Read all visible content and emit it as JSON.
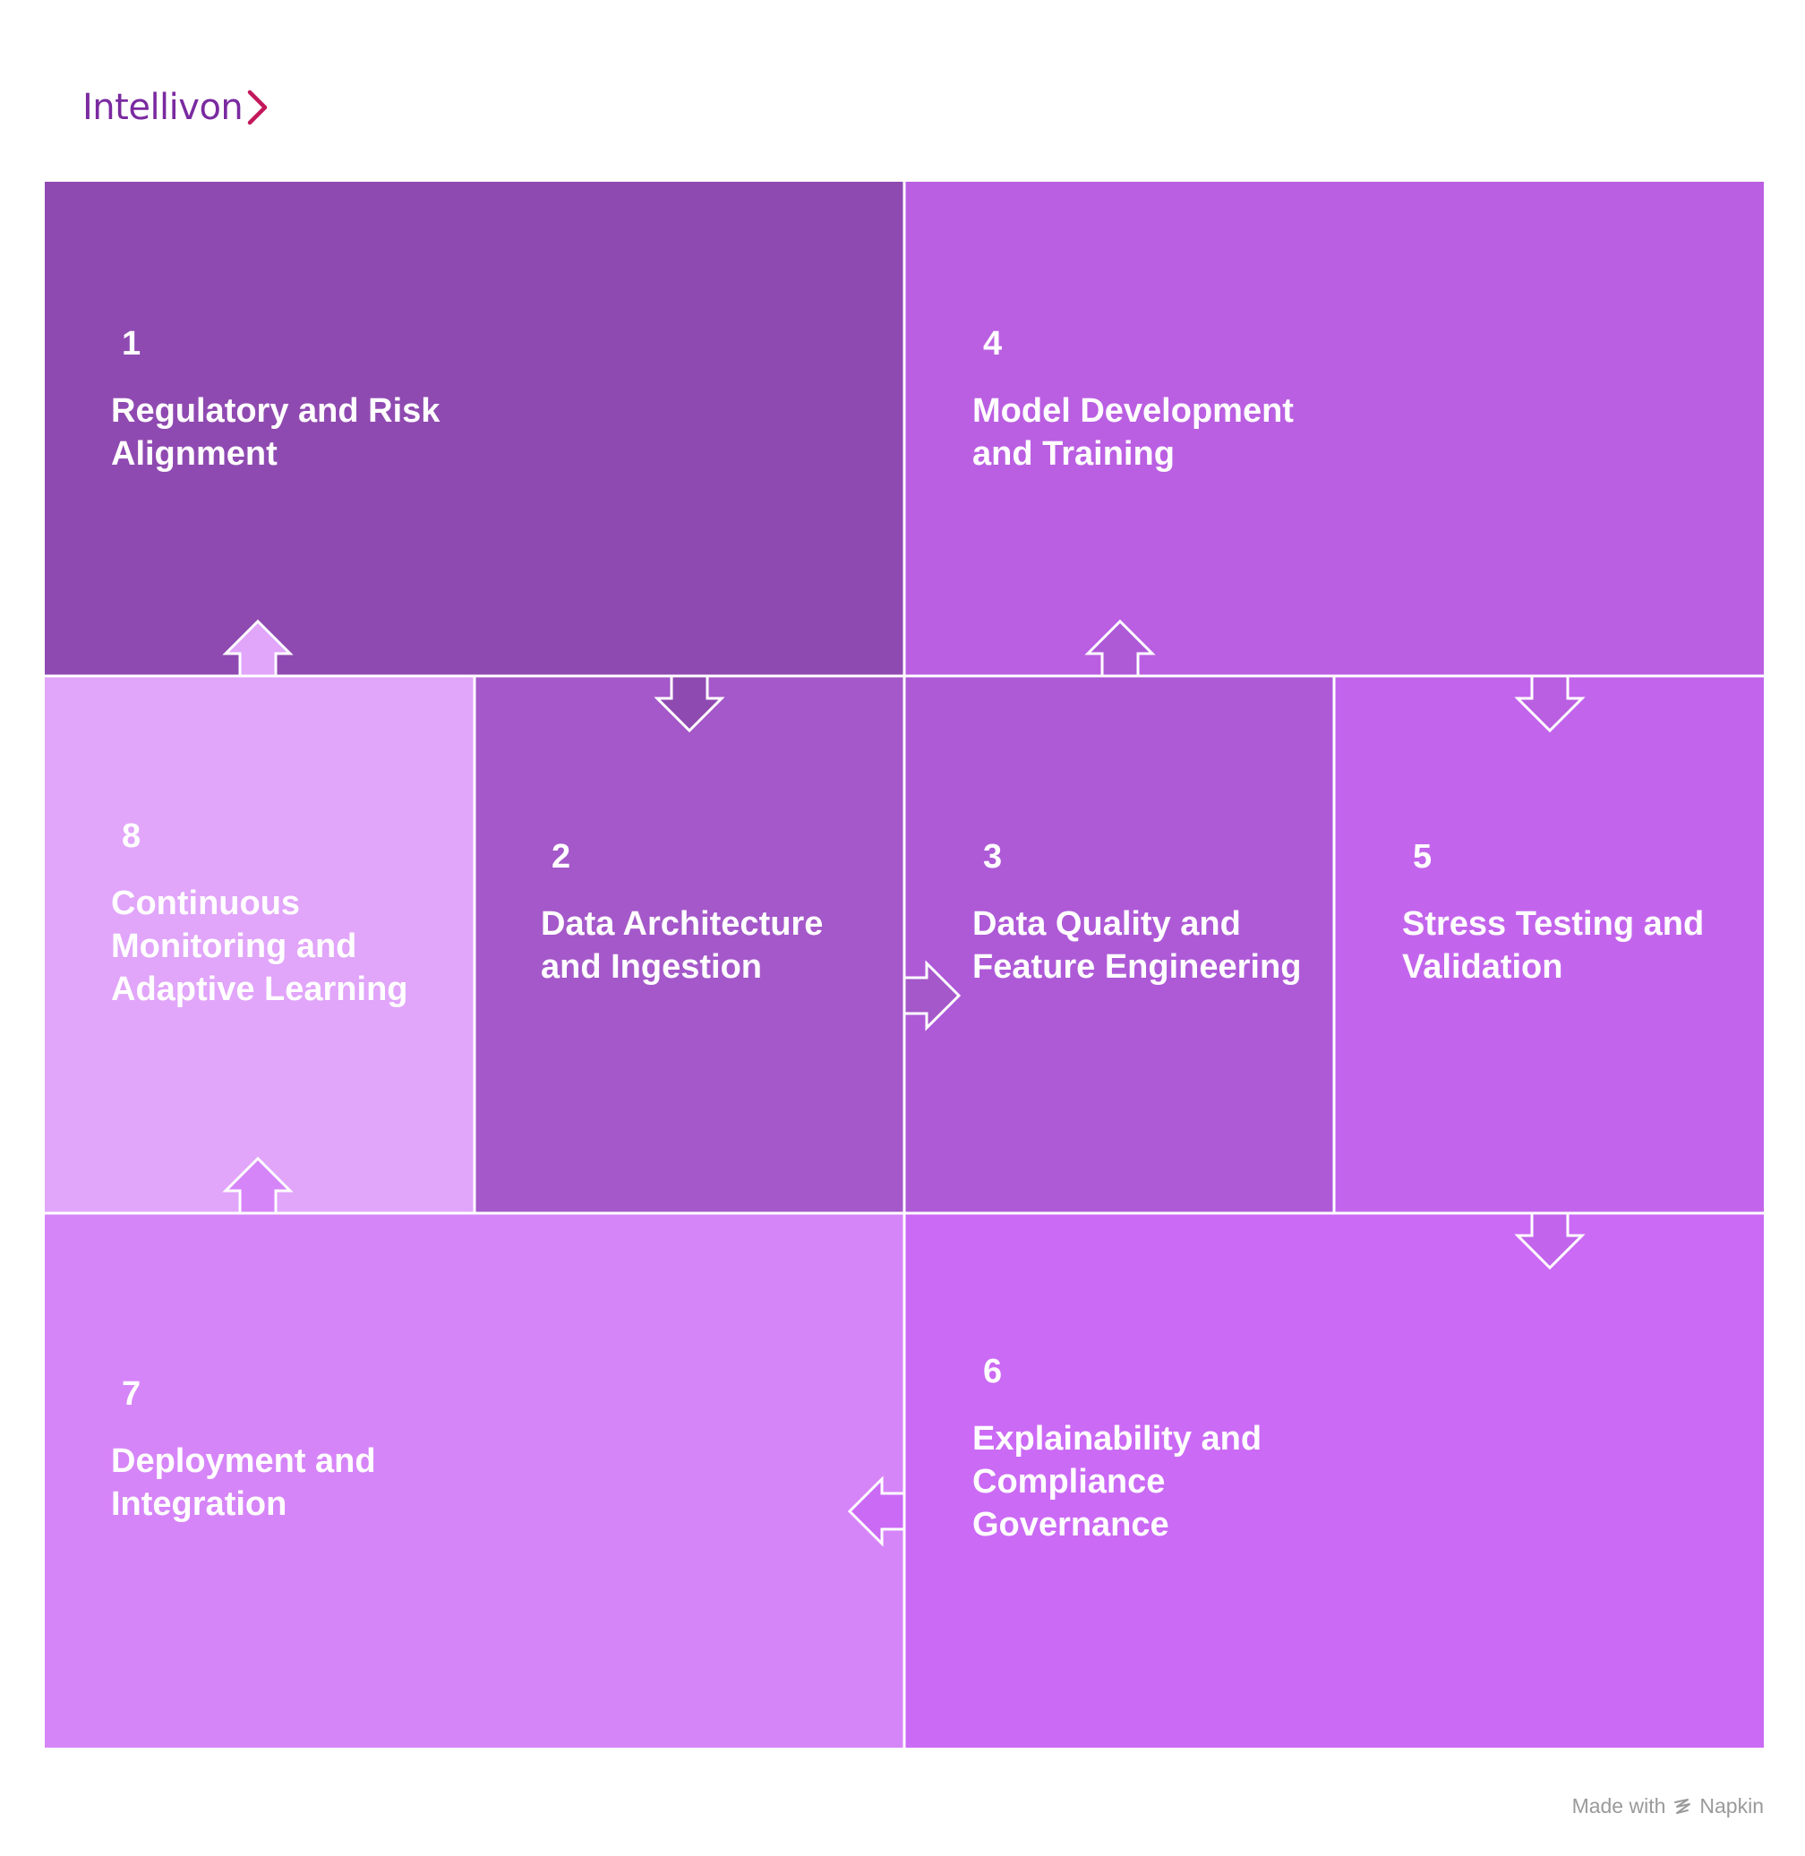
{
  "brand": {
    "name": "Intellivon",
    "color": "#7a2aa0",
    "chevron_color": "#c2185b"
  },
  "steps": [
    {
      "id": "step-1",
      "number": "1",
      "title": "Regulatory and Risk\nAlignment",
      "color": "#8f4ab1"
    },
    {
      "id": "step-2",
      "number": "2",
      "title": " Data Architecture\nand Ingestion",
      "color": "#a458c9"
    },
    {
      "id": "step-3",
      "number": "3",
      "title": "Data Quality and\nFeature Engineering",
      "color": "#ae5ad7"
    },
    {
      "id": "step-4",
      "number": "4",
      "title": "Model Development\nand Training",
      "color": "#ba5fe2"
    },
    {
      "id": "step-5",
      "number": "5",
      "title": "Stress Testing and\nValidation",
      "color": "#c365ec"
    },
    {
      "id": "step-6",
      "number": "6",
      "title": "Explainability and\nCompliance\nGovernance",
      "color": "#cb6af5"
    },
    {
      "id": "step-7",
      "number": "7",
      "title": "Deployment and\nIntegration",
      "color": "#d685f8"
    },
    {
      "id": "step-8",
      "number": "8",
      "title": " Continuous\nMonitoring and\nAdaptive Learning",
      "color": "#e1a5fa"
    }
  ],
  "footer": {
    "made_with": "Made with",
    "brand": "Napkin",
    "icon": "napkin-logo-icon"
  },
  "icons": {
    "logo_chevron": "chevron-right-icon",
    "flow_arrows": "arrow-icon"
  }
}
